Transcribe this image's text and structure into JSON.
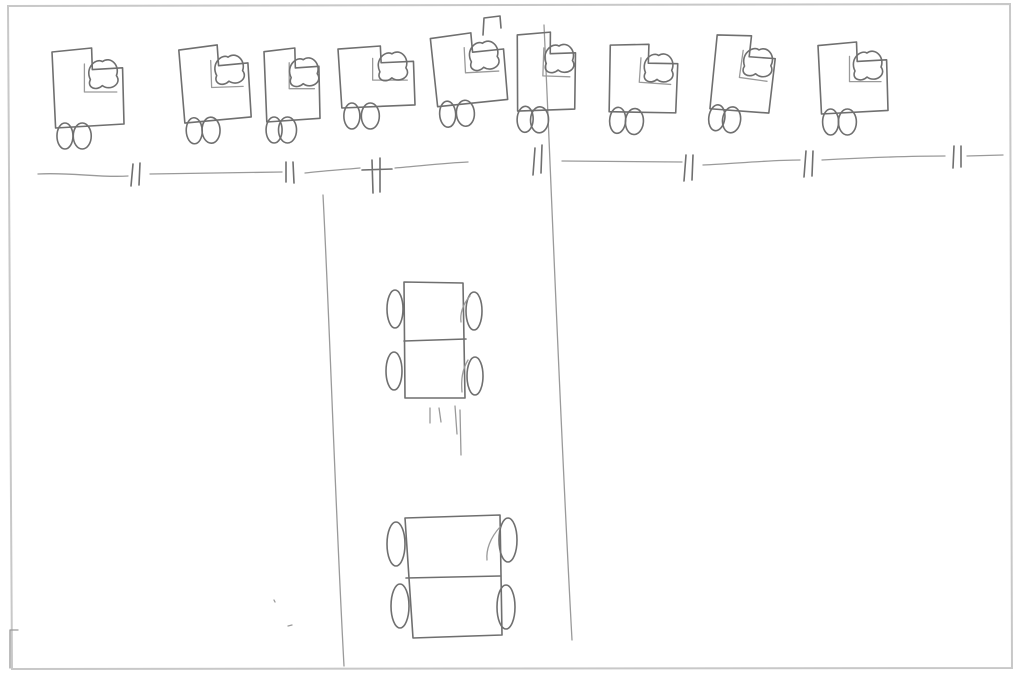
{
  "drawing": {
    "subject": "pencil sketch",
    "row_vehicles_count": 9,
    "top_view_vehicles_count": 2
  },
  "colors": {
    "paper": "#ffffff",
    "pencil": "#6f6f6f",
    "pencil_light": "#9a9a9a",
    "edge": "#c8c8c8"
  }
}
